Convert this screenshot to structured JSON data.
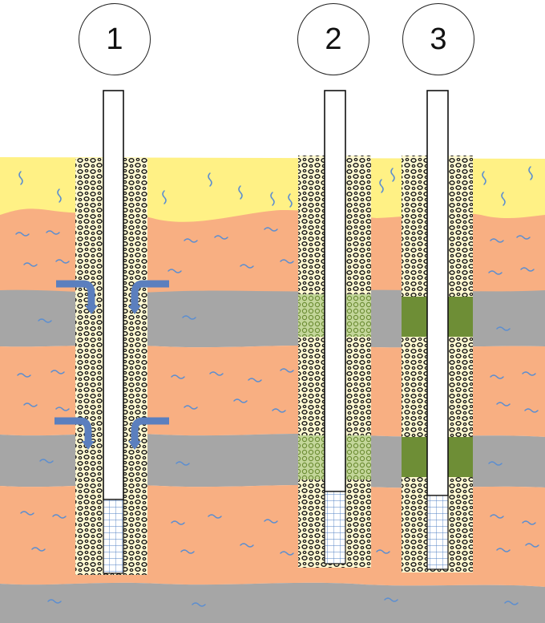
{
  "wells": [
    {
      "id": "well-1",
      "label": "1",
      "seal": "none",
      "flow_arrows": true
    },
    {
      "id": "well-2",
      "label": "2",
      "seal": "loose",
      "flow_arrows": false
    },
    {
      "id": "well-3",
      "label": "3",
      "seal": "solid",
      "flow_arrows": false
    }
  ],
  "colors": {
    "top_soil": "#FFF185",
    "sand_layer": "#F8AF82",
    "clay_layer": "#A6A6A6",
    "gravel_fill": "#FFF9D2",
    "casing": "#ffffff",
    "screen_grid": "#4F7FC3",
    "water_mark": "#5C8ED0",
    "flow_arrow": "#5B7FBE",
    "seal_loose": "#8FB85A",
    "seal_solid": "#6E8E36"
  },
  "icons": [
    "water-ripple-icon",
    "flow-arrow-icon",
    "gravel-pebble-icon"
  ]
}
